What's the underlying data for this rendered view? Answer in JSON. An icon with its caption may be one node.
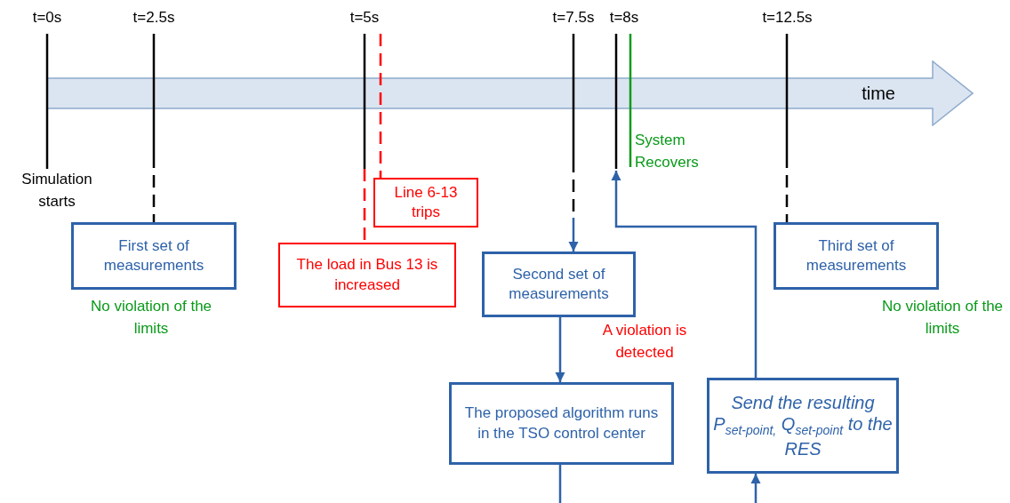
{
  "diagram": {
    "nodes": [
      {
        "text": [
          "time"
        ]
      },
      {
        "text": [
          "Line 6-13 trips"
        ]
      },
      {
        "text": [
          "First set of measurements"
        ]
      },
      {
        "text": [
          "Third set of measurements"
        ]
      },
      {
        "text": [
          "The load in Bus 13 is increased"
        ]
      },
      {
        "text": [
          "Second set of measurements"
        ]
      },
      {
        "text": [
          "The proposed algorithm runs in the TSO control center"
        ]
      },
      {
        "text": [
          "Send the resulting P$_{set-point,}$ Q$_{set-point}$ to the RES"
        ]
      }
    ],
    "edges": [
      {
        "from": null,
        "to": 1,
        "arrow": "none",
        "style": "dashed",
        "color": "#ff0000"
      },
      {
        "from": null,
        "to": 2,
        "arrow": "none",
        "style": "dashed",
        "color": "#000000"
      },
      {
        "from": null,
        "to": 3,
        "arrow": "none",
        "style": "dashed",
        "color": "#000000"
      },
      {
        "from": null,
        "to": 4,
        "arrow": "none",
        "style": "dashed",
        "color": "#ff0000"
      },
      {
        "from": null,
        "to": 5,
        "arrow": "to"
      },
      {
        "from": 5,
        "to": 6,
        "arrow": "to"
      },
      {
        "from": 6,
        "to": null,
        "arrow": "none"
      },
      {
        "from": null,
        "to": 7,
        "arrow": "to"
      },
      {
        "from": 7,
        "to": null,
        "arrow": "to"
      }
    ],
    "labels": [
      "t=0s",
      "t=2.5s",
      "t=5s",
      "t=7.5s",
      "t=8s",
      "t=12.5s",
      "System Recovers",
      "Simulation starts",
      "No violation of the limits",
      "A violation is detected",
      "No violation of the limits"
    ]
  }
}
